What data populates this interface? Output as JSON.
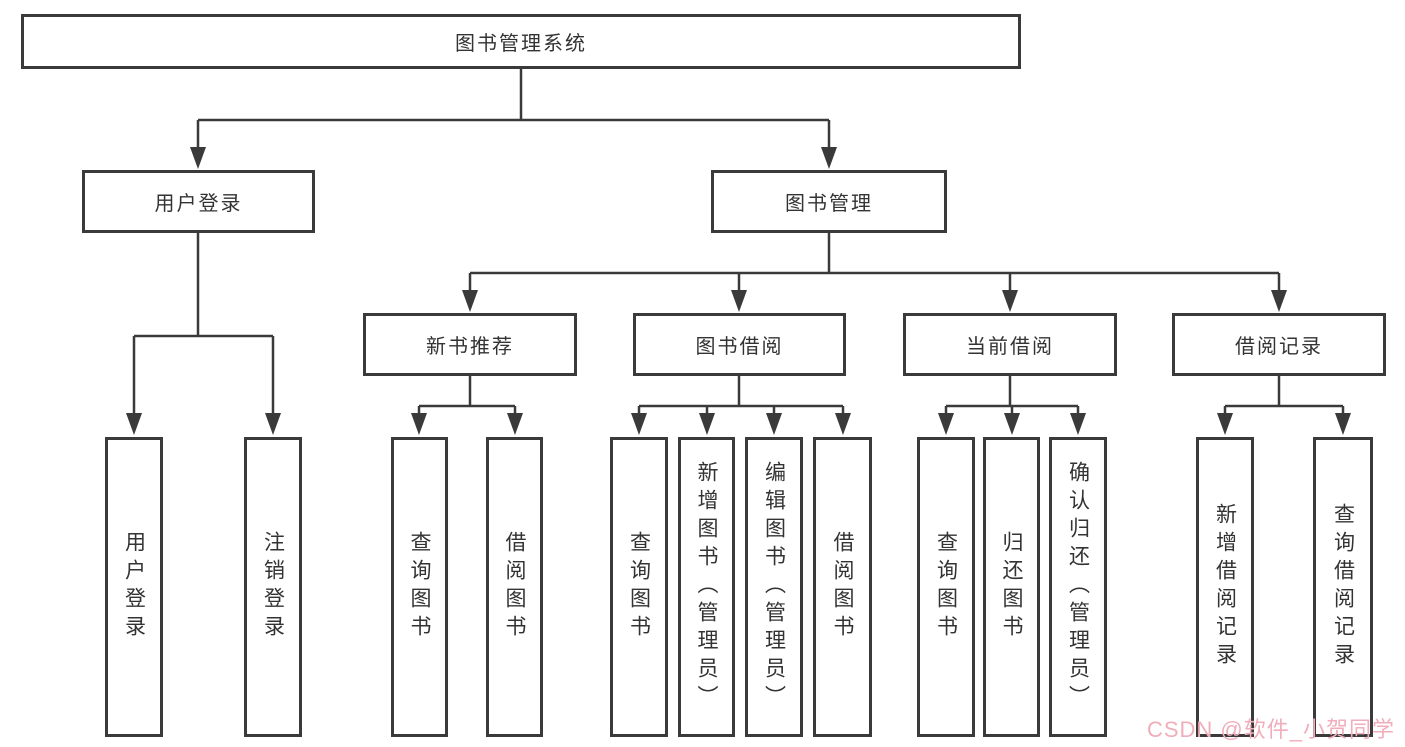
{
  "diagram": {
    "title": "图书管理系统",
    "watermark": "CSDN @软件_小贺同学",
    "colors": {
      "line": "#3a3a3a",
      "text": "#333333",
      "watermark_pink": "#f0aeba",
      "background": "#ffffff"
    },
    "nodes": {
      "root": {
        "label": "图书管理系统"
      },
      "user_login": {
        "label": "用户登录"
      },
      "book_mgmt": {
        "label": "图书管理"
      },
      "new_book_rec": {
        "label": "新书推荐"
      },
      "book_borrow": {
        "label": "图书借阅"
      },
      "current_borrow": {
        "label": "当前借阅"
      },
      "borrow_record": {
        "label": "借阅记录"
      },
      "leaf_user_login": {
        "label": "用户登录"
      },
      "leaf_logout": {
        "label": "注销登录"
      },
      "rec_query": {
        "label": "查询图书"
      },
      "rec_borrow": {
        "label": "借阅图书"
      },
      "bb_query": {
        "label": "查询图书"
      },
      "bb_add": {
        "label": "新增图书（管理员）"
      },
      "bb_edit": {
        "label": "编辑图书（管理员）"
      },
      "bb_borrow": {
        "label": "借阅图书"
      },
      "cb_query": {
        "label": "查询图书"
      },
      "cb_return": {
        "label": "归还图书"
      },
      "cb_confirm": {
        "label": "确认归还（管理员）"
      },
      "br_add": {
        "label": "新增借阅记录"
      },
      "br_query": {
        "label": "查询借阅记录"
      }
    },
    "hierarchy": {
      "root": "图书管理系统",
      "children": [
        {
          "label": "用户登录",
          "children": [
            "用户登录",
            "注销登录"
          ]
        },
        {
          "label": "图书管理",
          "children": [
            {
              "label": "新书推荐",
              "children": [
                "查询图书",
                "借阅图书"
              ]
            },
            {
              "label": "图书借阅",
              "children": [
                "查询图书",
                "新增图书（管理员）",
                "编辑图书（管理员）",
                "借阅图书"
              ]
            },
            {
              "label": "当前借阅",
              "children": [
                "查询图书",
                "归还图书",
                "确认归还（管理员）"
              ]
            },
            {
              "label": "借阅记录",
              "children": [
                "新增借阅记录",
                "查询借阅记录"
              ]
            }
          ]
        }
      ]
    }
  }
}
